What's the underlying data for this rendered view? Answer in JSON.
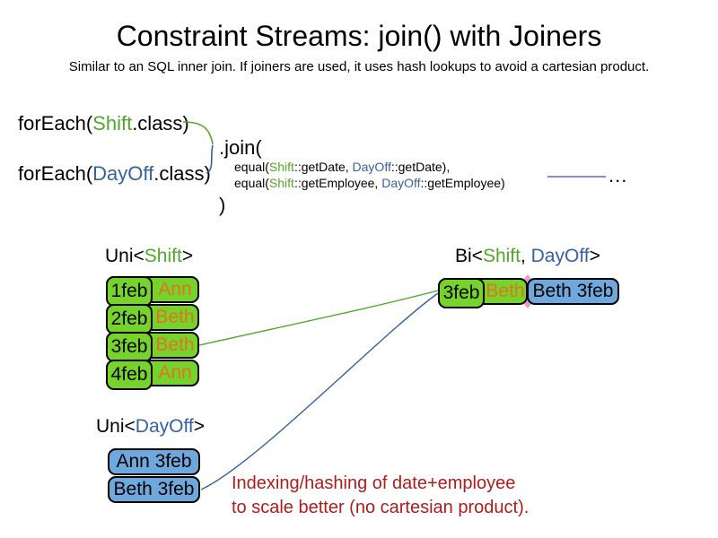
{
  "title": "Constraint Streams: join() with Joiners",
  "subtitle": "Similar to an SQL inner join. If joiners are used, it uses hash lookups to avoid a cartesian product.",
  "colors": {
    "shift_text_green": "#50A828",
    "shift_fill_green": "#76D32B",
    "dayoff_text_blue": "#35639F",
    "dayoff_fill_blue": "#6FA8DC",
    "employee_text_orange": "#E27321",
    "note_text_red": "#B01C1C",
    "joiner_line_purple": "#7B5EA7",
    "anchor_diamond_pink": "#E79DC8",
    "text_black": "#000000"
  },
  "code": {
    "foreach_shift": {
      "prefix": "forEach(",
      "class_name": "Shift",
      "suffix": ".class)"
    },
    "foreach_dayoff": {
      "prefix": "forEach(",
      "class_name": "DayOff",
      "suffix": ".class)"
    },
    "join_open": ".join(",
    "joiners": [
      {
        "prefix": "equal(",
        "left_class": "Shift",
        "left_rest": "::getDate, ",
        "right_class": "DayOff",
        "right_rest": "::getDate),"
      },
      {
        "prefix": "equal(",
        "left_class": "Shift",
        "left_rest": "::getEmployee, ",
        "right_class": "DayOff",
        "right_rest": "::getEmployee)"
      }
    ],
    "join_close": ")",
    "ellipsis": "..."
  },
  "uni_shift": {
    "label": {
      "prefix": "Uni<",
      "type": "Shift",
      "suffix": ">"
    },
    "rows": [
      {
        "date": "1feb",
        "employee": "Ann"
      },
      {
        "date": "2feb",
        "employee": "Beth"
      },
      {
        "date": "3feb",
        "employee": "Beth"
      },
      {
        "date": "4feb",
        "employee": "Ann"
      }
    ]
  },
  "uni_dayoff": {
    "label": {
      "prefix": "Uni<",
      "type": "DayOff",
      "suffix": ">"
    },
    "rows": [
      {
        "text": "Ann 3feb"
      },
      {
        "text": "Beth 3feb"
      }
    ]
  },
  "bi": {
    "label": {
      "prefix": "Bi<",
      "type1": "Shift",
      "separator": ", ",
      "type2": "DayOff",
      "suffix": ">"
    },
    "shift_part": {
      "date": "3feb",
      "employee": "Beth"
    },
    "dayoff_part": "Beth 3feb"
  },
  "note": {
    "line1": "Indexing/hashing of date+employee",
    "line2": "to scale better (no cartesian product)."
  }
}
